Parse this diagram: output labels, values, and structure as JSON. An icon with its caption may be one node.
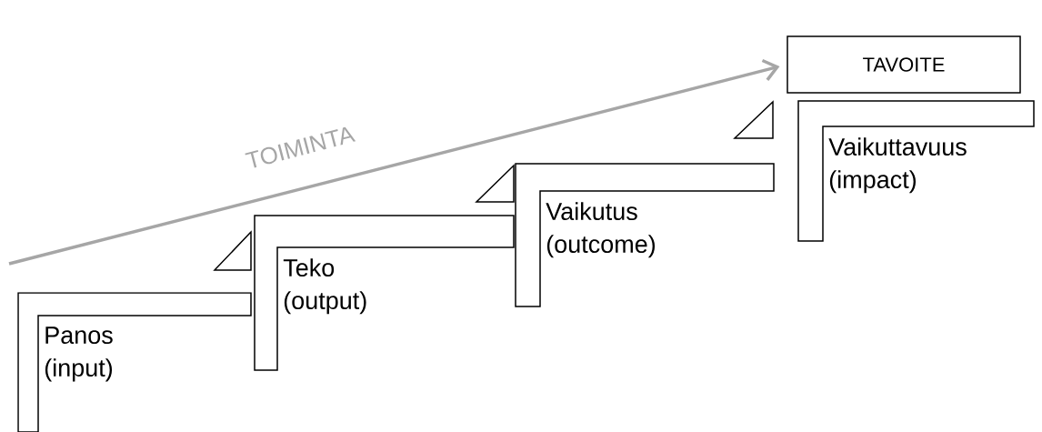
{
  "diagram": {
    "nodes": [
      {
        "text": [
          "Panos (input)"
        ]
      },
      {
        "text": [
          "Teko (output)"
        ]
      },
      {
        "text": [
          "Vaikutus (outcome)"
        ]
      },
      {
        "text": [
          "Vaikuttavuus (impact)"
        ]
      },
      {
        "text": [
          "TAVOITE"
        ]
      }
    ],
    "edges": [
      {
        "from": null,
        "to": 4,
        "arrow": "to",
        "label": "TOIMINTA",
        "color": "#a6a6a6"
      }
    ]
  }
}
